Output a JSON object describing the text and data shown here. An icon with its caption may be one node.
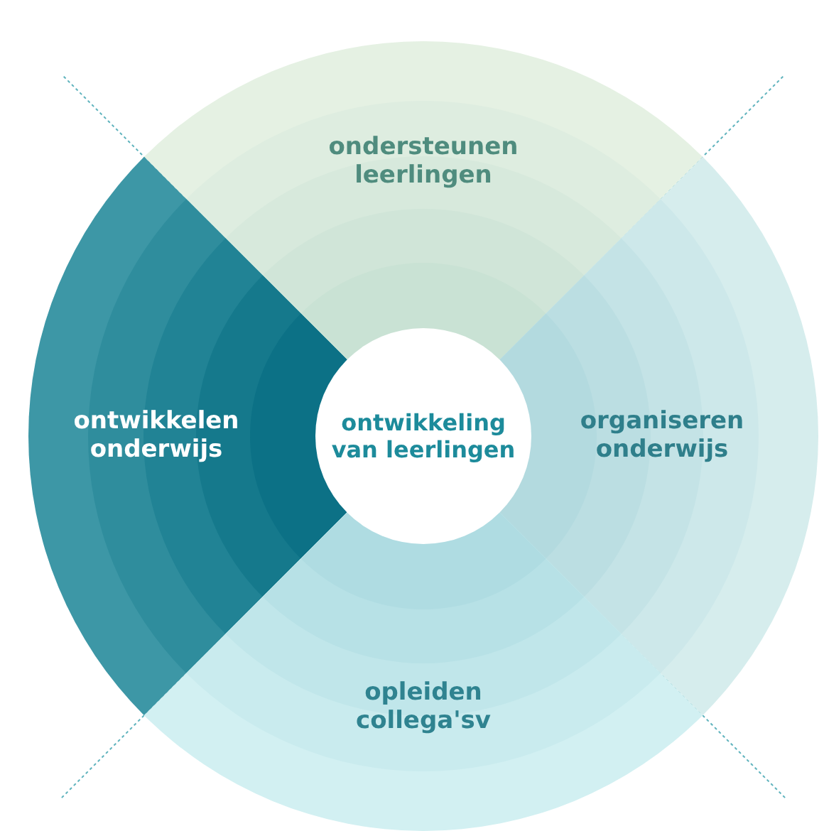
{
  "diagram": {
    "nodes": [
      {
        "text": [
          "ondersteunen leerlingen"
        ]
      },
      {
        "text": [
          "ontwikkelen onderwijs"
        ]
      },
      {
        "text": [
          "ontwikkeling van leerlingen"
        ]
      },
      {
        "text": [
          "organiseren onderwijs"
        ]
      },
      {
        "text": [
          "opleiden collega'sv"
        ]
      }
    ]
  }
}
